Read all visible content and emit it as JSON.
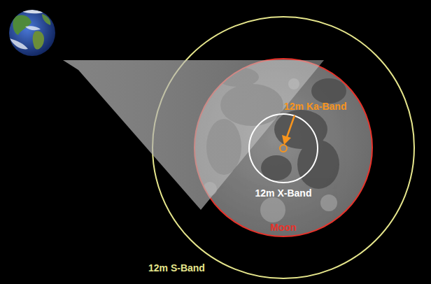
{
  "diagram": {
    "labels": [
      "12m Ka-Band",
      "12m X-Band",
      "Moon",
      "12m S-Band"
    ]
  }
}
